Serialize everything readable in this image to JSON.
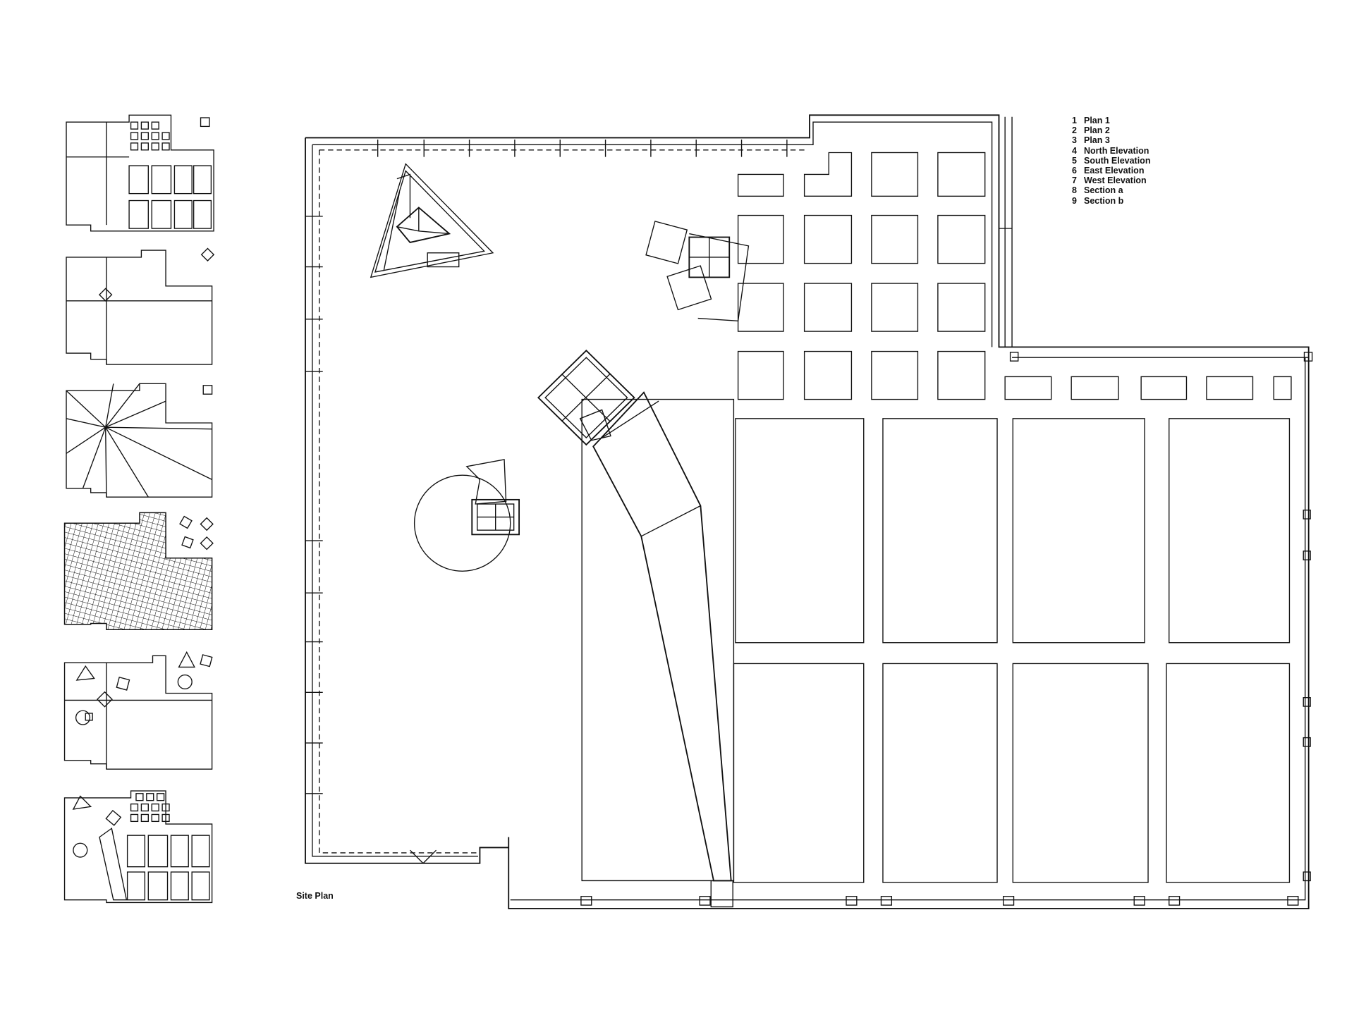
{
  "legend": {
    "items": [
      {
        "number": "1",
        "label": "Plan 1"
      },
      {
        "number": "2",
        "label": "Plan 2"
      },
      {
        "number": "3",
        "label": "Plan 3"
      },
      {
        "number": "4",
        "label": "North Elevation"
      },
      {
        "number": "5",
        "label": "South Elevation"
      },
      {
        "number": "6",
        "label": "East Elevation"
      },
      {
        "number": "7",
        "label": "West Elevation"
      },
      {
        "number": "8",
        "label": "Section a"
      },
      {
        "number": "9",
        "label": "Section b"
      }
    ]
  },
  "site_plan_label": "Site Plan"
}
